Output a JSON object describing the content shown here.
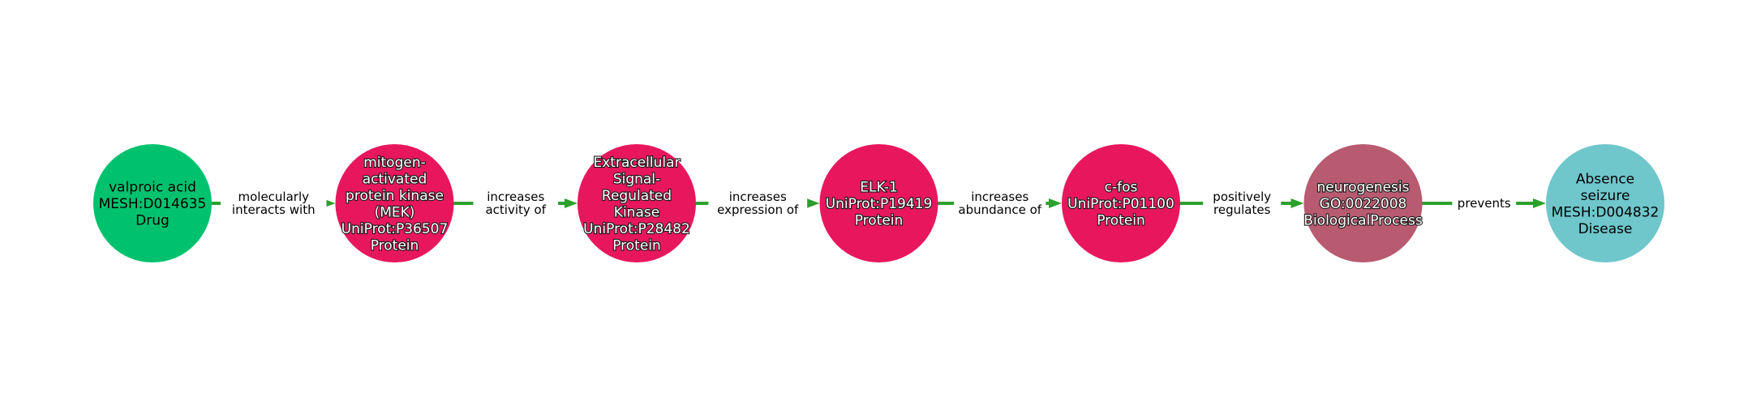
{
  "colors": {
    "edge": "#2ca02c",
    "Drug": "#00c26e",
    "Protein": "#e8175d",
    "BiologicalProcess": "#b85a70",
    "Disease": "#6fc6cb"
  },
  "nodes": [
    {
      "id": "n0",
      "type": "Drug",
      "text_style": "dark",
      "lines": [
        "valproic acid",
        "MESH:D014635",
        "Drug"
      ]
    },
    {
      "id": "n1",
      "type": "Protein",
      "text_style": "light",
      "lines": [
        "mitogen-",
        "activated",
        "protein kinase",
        "(MEK)",
        "UniProt:P36507",
        "Protein"
      ]
    },
    {
      "id": "n2",
      "type": "Protein",
      "text_style": "light",
      "lines": [
        "Extracellular",
        "Signal-",
        "Regulated",
        "Kinase",
        "UniProt:P28482",
        "Protein"
      ]
    },
    {
      "id": "n3",
      "type": "Protein",
      "text_style": "light",
      "lines": [
        "ELK-1",
        "UniProt:P19419",
        "Protein"
      ]
    },
    {
      "id": "n4",
      "type": "Protein",
      "text_style": "light",
      "lines": [
        "c-fos",
        "UniProt:P01100",
        "Protein"
      ]
    },
    {
      "id": "n5",
      "type": "BiologicalProcess",
      "text_style": "light",
      "lines": [
        "neurogenesis",
        "GO:0022008",
        "BiologicalProcess"
      ]
    },
    {
      "id": "n6",
      "type": "Disease",
      "text_style": "dark",
      "lines": [
        "Absence",
        "seizure",
        "MESH:D004832",
        "Disease"
      ]
    }
  ],
  "edges": [
    {
      "from": "n0",
      "to": "n1",
      "lines": [
        "molecularly",
        "interacts with"
      ]
    },
    {
      "from": "n1",
      "to": "n2",
      "lines": [
        "increases",
        "activity of"
      ]
    },
    {
      "from": "n2",
      "to": "n3",
      "lines": [
        "increases",
        "expression of"
      ]
    },
    {
      "from": "n3",
      "to": "n4",
      "lines": [
        "increases",
        "abundance of"
      ]
    },
    {
      "from": "n4",
      "to": "n5",
      "lines": [
        "positively",
        "regulates"
      ]
    },
    {
      "from": "n5",
      "to": "n6",
      "lines": [
        "prevents"
      ]
    }
  ]
}
